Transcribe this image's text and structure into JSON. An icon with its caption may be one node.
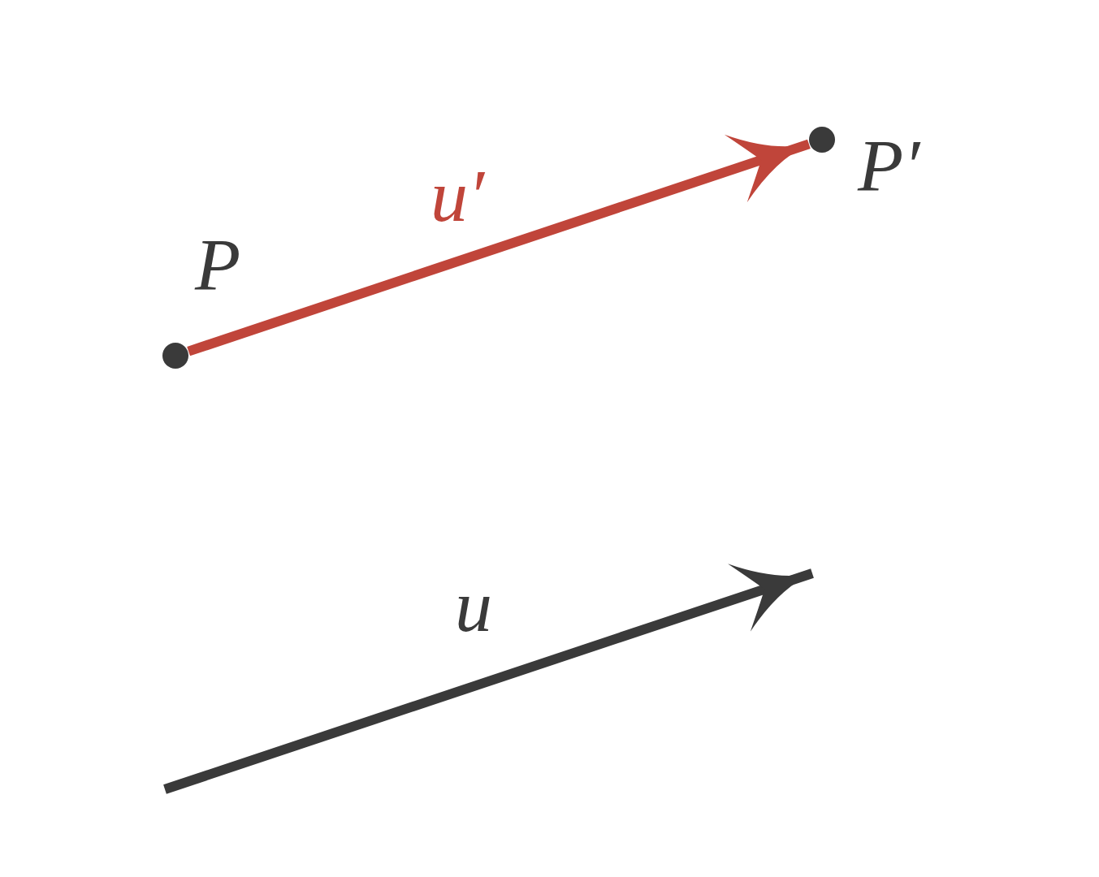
{
  "diagram": {
    "nodes": [
      {
        "text": [
          "P"
        ]
      },
      {
        "text": [
          "P′"
        ]
      }
    ],
    "edges": [
      {
        "from": 0,
        "to": 1,
        "arrow": "to",
        "label": "u′",
        "color": "#c0453a"
      }
    ],
    "labels": [
      "u"
    ]
  }
}
